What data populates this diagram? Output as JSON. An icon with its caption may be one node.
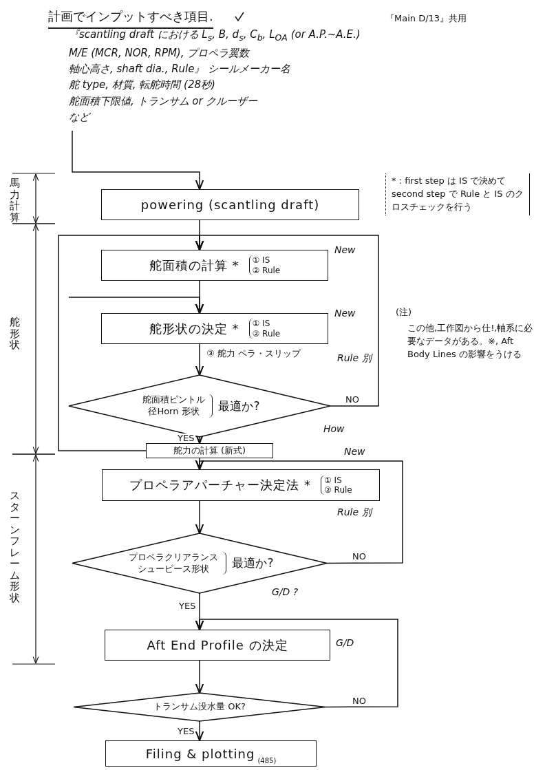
{
  "diagram": {
    "title": "計画でインプットすべき項目.",
    "nodes": [
      {
        "text": [
          "『scantling draft における L$_{s}$, B, d$_{s}$, C$_{b}$, L$_{OA}$ (or A.P.~A.E.)",
          "M/E (MCR, NOR, RPM), プロペラ翼数",
          "軸心高さ, shaft dia., Rule』 シールメーカー名",
          "舵 type, 材質, 転舵時間 (28秒)",
          "舵面積下限値, トランサム or クルーザー",
          "など"
        ]
      },
      {
        "text": [
          "powering (scantling draft)"
        ]
      },
      {
        "text": [
          "舵面積の計算 *",
          "① IS",
          "② Rule"
        ],
        "beside": [
          "New"
        ]
      },
      {
        "text": [
          "舵形状の決定 *",
          "① IS",
          "② Rule"
        ],
        "beside": [
          "New",
          "Rule 別"
        ]
      },
      {
        "text": [
          "舵面積ピントル径Horn 形状",
          "最適か?"
        ],
        "beside": [
          "How"
        ]
      },
      {
        "text": [
          "舵力の計算 (新式)"
        ]
      },
      {
        "text": [
          "プロペラアパーチャー決定法 *",
          "① IS",
          "② Rule"
        ],
        "beside": [
          "New",
          "Rule 別"
        ]
      },
      {
        "text": [
          "プロペラクリアランスシューピース形状",
          "最適か?"
        ],
        "beside": [
          "G/D ?"
        ]
      },
      {
        "text": [
          "Aft End Profile の決定"
        ],
        "beside": [
          "G/D"
        ]
      },
      {
        "text": [
          "トランサム没水量 OK?"
        ]
      },
      {
        "text": [
          "Filing & plotting",
          "(485)"
        ]
      }
    ],
    "edges": [
      {
        "from": 0,
        "to": 1,
        "arrow": "to"
      },
      {
        "from": 1,
        "to": 2,
        "arrow": "to"
      },
      {
        "from": 4,
        "to": 2,
        "arrow": "to",
        "label": "NO"
      },
      {
        "from": 5,
        "to": 2,
        "arrow": "to"
      },
      {
        "from": null,
        "to": 3,
        "arrow": "to"
      },
      {
        "from": 2,
        "to": 3,
        "arrow": "to"
      },
      {
        "from": 3,
        "to": 4,
        "arrow": "to"
      },
      {
        "from": 4,
        "to": 5,
        "arrow": "to",
        "label": "YES"
      },
      {
        "from": 5,
        "to": 6,
        "arrow": "to"
      },
      {
        "from": 7,
        "to": 6,
        "arrow": "to",
        "label": "NO"
      },
      {
        "from": 6,
        "to": 7,
        "arrow": "to"
      },
      {
        "from": 7,
        "to": 8,
        "arrow": "to",
        "label": "YES"
      },
      {
        "from": 9,
        "to": 8,
        "arrow": "to",
        "label": "NO"
      },
      {
        "from": 8,
        "to": 9,
        "arrow": "to"
      },
      {
        "from": 9,
        "to": 10,
        "arrow": "to",
        "label": "YES"
      }
    ],
    "labels": [
      "『Main D/13』共用",
      "③ 舵力 ペラ・スリップ",
      "* : first step は IS で決めて second step で Rule と IS のクロスチェックを行う",
      "(注)",
      "この他,工作図から仕!,軸系に必要なデータがある。※, Aft Body Lines の影響をうける",
      "馬力計算",
      "舵形状",
      "スターンフレーム形状"
    ]
  }
}
